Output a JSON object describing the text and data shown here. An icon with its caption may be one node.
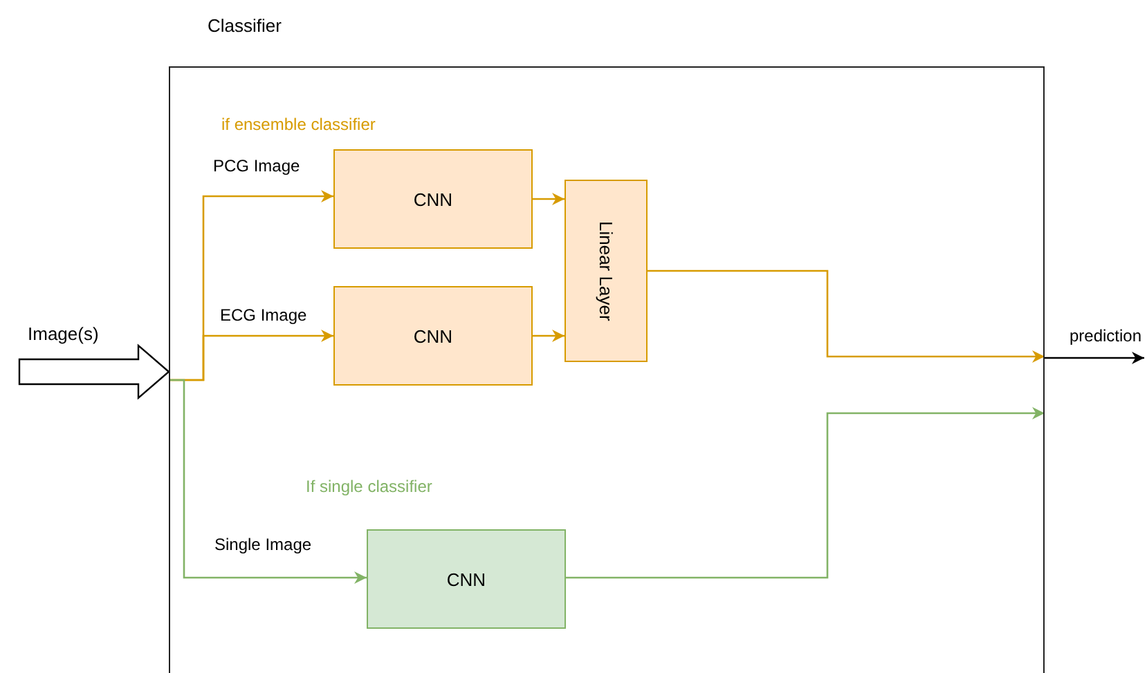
{
  "diagram": {
    "nodes": [
      {
        "text": [
          "Classifier"
        ]
      },
      {
        "text": [
          "Image(s)"
        ]
      },
      {
        "text": [
          "CNN"
        ],
        "in": 0
      },
      {
        "text": [
          "CNN"
        ],
        "in": 0
      },
      {
        "text": [
          "Linear Layer"
        ],
        "in": 0
      },
      {
        "text": [
          "CNN"
        ],
        "in": 0
      }
    ],
    "edges": [
      {
        "from": 1,
        "to": 0,
        "arrow": "to",
        "style": "thick",
        "color": "#000000"
      },
      {
        "from": 0,
        "to": 2,
        "arrow": "to",
        "label": "PCG Image",
        "color": "#d79b00"
      },
      {
        "from": 0,
        "to": 3,
        "arrow": "to",
        "label": "ECG Image",
        "color": "#d79b00"
      },
      {
        "from": 2,
        "to": 4,
        "arrow": "to",
        "color": "#d79b00"
      },
      {
        "from": 3,
        "to": 4,
        "arrow": "to",
        "color": "#d79b00"
      },
      {
        "from": 0,
        "to": 5,
        "arrow": "to",
        "label": "Single Image",
        "color": "#82b366"
      },
      {
        "from": 4,
        "to": 0,
        "arrow": "to",
        "color": "#d79b00"
      },
      {
        "from": 5,
        "to": 0,
        "arrow": "to",
        "color": "#82b366"
      },
      {
        "from": 0,
        "to": null,
        "arrow": "to",
        "label": "prediction",
        "color": "#000000"
      }
    ],
    "labels": [
      "if ensemble classifier",
      "If single classifier"
    ]
  }
}
